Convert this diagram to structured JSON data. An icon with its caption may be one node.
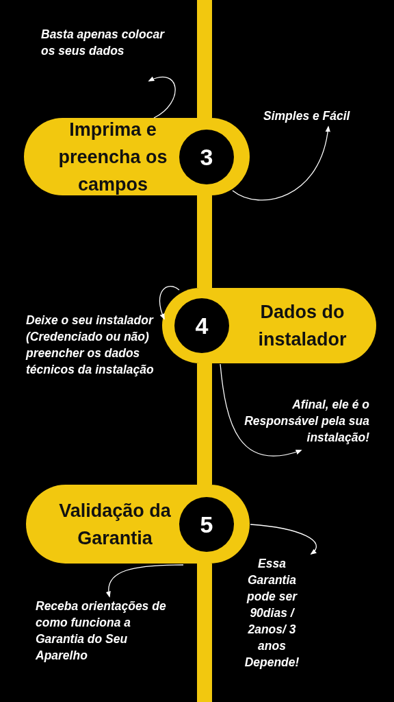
{
  "diagram": {
    "nodes": [
      {
        "text": [
          "Imprima e preencha os campos",
          "3"
        ]
      },
      {
        "text": [
          "Basta apenas colocar os seus dados"
        ]
      },
      {
        "text": [
          "Simples e Fácil"
        ]
      },
      {
        "text": [
          "4",
          "Dados do instalador"
        ]
      },
      {
        "text": [
          "Deixe o seu instalador (Credenciado ou não) preencher os dados técnicos da instalação"
        ]
      },
      {
        "text": [
          "Afinal, ele é o Responsável pela sua instalação!"
        ]
      },
      {
        "text": [
          "Validação da Garantia",
          "5"
        ]
      },
      {
        "text": [
          "Essa Garantia pode ser 90dias / 2anos/ 3 anos Depende!"
        ]
      },
      {
        "text": [
          "Receba orientações de como funciona a Garantia do Seu Aparelho"
        ]
      }
    ],
    "edges": [
      {
        "from": 0,
        "to": 1,
        "arrow": "to"
      },
      {
        "from": 0,
        "to": 2,
        "arrow": "to"
      },
      {
        "from": 3,
        "to": 4,
        "arrow": "to"
      },
      {
        "from": 3,
        "to": 5,
        "arrow": "to"
      },
      {
        "from": 6,
        "to": 7,
        "arrow": "to"
      },
      {
        "from": 6,
        "to": 8,
        "arrow": "to"
      },
      {
        "from": null,
        "to": 0,
        "arrow": "none",
        "style": "thick",
        "color": "#f2c80f"
      },
      {
        "from": 0,
        "to": 3,
        "arrow": "none",
        "style": "thick",
        "color": "#f2c80f"
      },
      {
        "from": 3,
        "to": 6,
        "arrow": "none",
        "style": "thick",
        "color": "#f2c80f"
      },
      {
        "from": 6,
        "to": null,
        "arrow": "none",
        "style": "thick",
        "color": "#f2c80f"
      }
    ]
  }
}
